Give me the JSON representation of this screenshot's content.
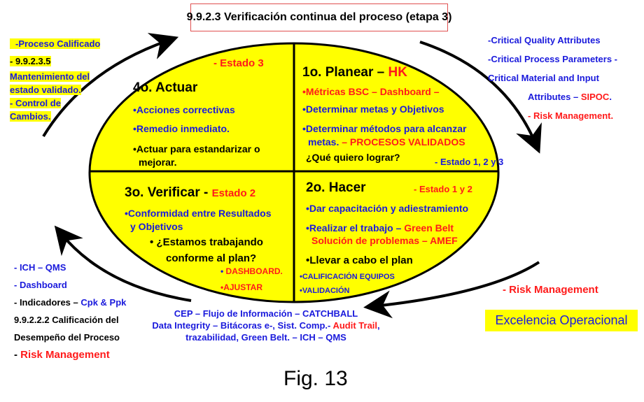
{
  "title": "9.9.2.3 Verificación continua del proceso (etapa 3)",
  "left_top": [
    "-Proceso Calificado",
    "- 9.9.2.3.5",
    "Mantenimiento del",
    "estado validado.",
    "- Control de",
    "Cambios."
  ],
  "right_top": {
    "l1": "-Critical Quality Attributes",
    "l2": "-Critical Process Parameters -",
    "l3": "Critical Material and Input",
    "l4a": "Attributes – ",
    "l4b": "SIPOC",
    "l4c": ".",
    "l5": "- Risk Management."
  },
  "q4": {
    "estado": "- Estado  3",
    "title": "4o. Actuar",
    "items": [
      "•Acciones correctivas",
      "•Remedio inmediato.",
      "•Actuar para estandarizar o",
      "mejorar."
    ]
  },
  "q1": {
    "title": "1o. Planear – ",
    "hk": "HK",
    "items": [
      "•Métricas BSC – Dashboard –",
      "•Determinar metas y Objetivos",
      "•Determinar métodos para alcanzar"
    ],
    "m1": "metas. ",
    "m2": "– PROCESOS VALIDADOS",
    "q": "¿Qué quiero lograr?",
    "estado": "- Estado 1, 2 y 3"
  },
  "q3": {
    "title": "3o. Verificar - ",
    "estado": "Estado 2",
    "items": [
      "•Conformidad entre Resultados",
      "y Objetivos",
      "• ¿Estamos trabajando",
      "conforme al plan?"
    ],
    "d1": "• ",
    "d2": "DASHBOARD.",
    "a1": "•",
    "a2": "AJUSTAR"
  },
  "q2": {
    "title": "2o. Hacer",
    "estado": "- Estado 1 y 2",
    "i1": "•Dar capacitación y adiestramiento",
    "i2a": "•Realizar el trabajo – ",
    "i2b": "Green Belt",
    "i3": "Solución de problemas – AMEF",
    "i4": "•Llevar a cabo el plan",
    "i5": "•CALIFICACIÓN EQUIPOS",
    "i6": "•VALIDACIÓN"
  },
  "left_bottom": {
    "l1": "- ICH – QMS",
    "l2": "- Dashboard",
    "l3a": "- Indicadores – ",
    "l3b": "Cpk & Ppk",
    "l4": "9.9.2.2.2 Calificación del",
    "l5": "Desempeño del Proceso",
    "l6a": "- ",
    "l6b": "Risk Management"
  },
  "right_bottom": "- Risk Management",
  "bottom": {
    "l1": "CEP – Flujo de Información – CATCHBALL",
    "l2a": "Data Integrity – Bitácoras e-, Sist. Comp.- ",
    "l2b": "Audit Trail",
    "l2c": ",",
    "l3": "trazabilidad, Green Belt. – ICH – QMS"
  },
  "badge": "Excelencia Operacional",
  "figure": "Fig. 13"
}
